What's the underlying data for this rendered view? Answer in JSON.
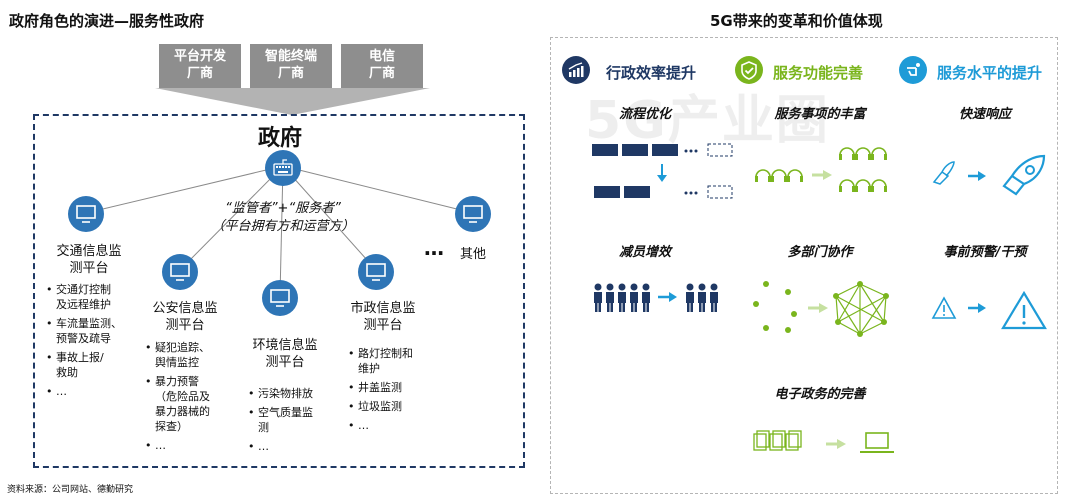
{
  "left": {
    "title": "政府角色的演进—服务性政府",
    "vendors": [
      "平台开发\n厂商",
      "智能终端\n厂商",
      "电信\n厂商"
    ],
    "government": "政府",
    "quote_line1": "“监管者”+“服务者”",
    "quote_line2": "（平台拥有方和运营方）",
    "platforms": [
      {
        "name": "交通信息监\n测平台",
        "items": [
          "交通灯控制\n及远程维护",
          "车流量监测、\n预警及疏导",
          "事故上报/\n救助",
          "…"
        ]
      },
      {
        "name": "公安信息监\n测平台",
        "items": [
          "疑犯追踪、\n舆情监控",
          "暴力预警\n（危险品及\n暴力器械的\n探查）",
          "…"
        ]
      },
      {
        "name": "环境信息监\n测平台",
        "items": [
          "污染物排放",
          "空气质量监\n测",
          "…"
        ]
      },
      {
        "name": "市政信息监\n测平台",
        "items": [
          "路灯控制和\n维护",
          "井盖监测",
          "垃圾监测",
          "…"
        ]
      }
    ],
    "other_dots": "…",
    "other_label": "其他"
  },
  "right": {
    "title": "5G带来的变革和价值体现",
    "watermark": "5G产业圈",
    "headers": [
      {
        "label": "行政效率提升",
        "icon": "chart-up-icon",
        "color": "#1f3864"
      },
      {
        "label": "服务功能完善",
        "icon": "shield-check-icon",
        "color": "#7ab51d"
      },
      {
        "label": "服务水平的提升",
        "icon": "hand-pointer-icon",
        "color": "#1e9bd7"
      }
    ],
    "subtitles": [
      "流程优化",
      "服务事项的丰富",
      "快速响应",
      "减员增效",
      "多部门协作",
      "事前预警/干预",
      "电子政务的完善"
    ],
    "ellipsis": "…"
  },
  "source": "资料来源：公司网站、德勤研究",
  "colors": {
    "navy": "#1f3864",
    "green": "#7ab51d",
    "blue": "#1e9bd7",
    "gray": "#8e8e8e",
    "nodeBlue": "#2e75b6"
  }
}
